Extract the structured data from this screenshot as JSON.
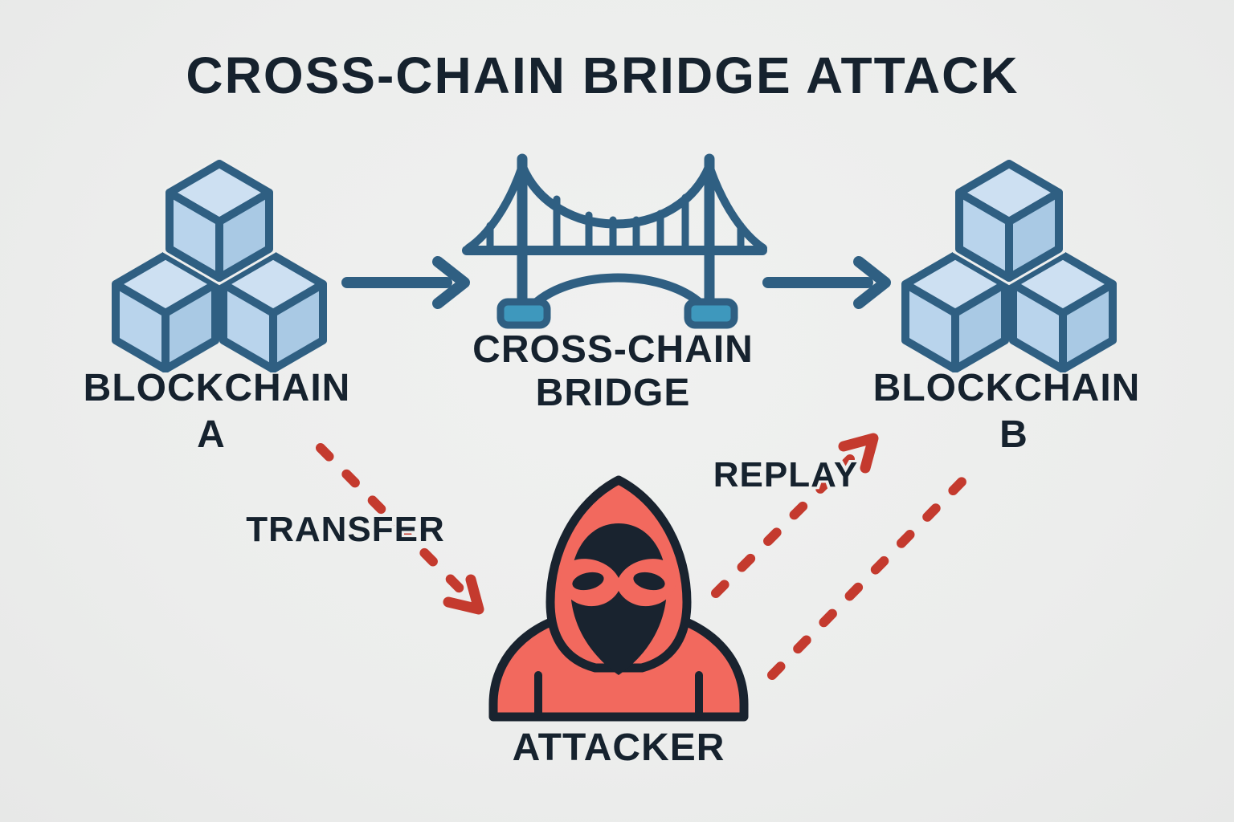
{
  "title": "CROSS-CHAIN BRIDGE ATTACK",
  "nodes": {
    "blockchain_a": {
      "name": "BLOCKCHAIN",
      "suffix": "A",
      "icon": "blockchain-cubes-icon"
    },
    "bridge": {
      "name": "CROSS-CHAIN",
      "suffix": "BRIDGE",
      "icon": "suspension-bridge-icon"
    },
    "blockchain_b": {
      "name": "BLOCKCHAIN",
      "suffix": "B",
      "icon": "blockchain-cubes-icon"
    },
    "attacker": {
      "name": "ATTACKER",
      "icon": "hooded-attacker-icon"
    }
  },
  "edges": {
    "a_to_bridge": {
      "type": "solid-arrow",
      "from": "blockchain_a",
      "to": "bridge"
    },
    "bridge_to_b": {
      "type": "solid-arrow",
      "from": "bridge",
      "to": "blockchain_b"
    },
    "transfer": {
      "label": "TRANSFER",
      "type": "dashed-arrow",
      "from": "blockchain_a",
      "to": "attacker"
    },
    "replay": {
      "label": "REPLAY",
      "type": "dashed-arrow",
      "from": "attacker",
      "to": "blockchain_b"
    },
    "attacker_to_b": {
      "type": "dashed-line",
      "from": "attacker",
      "to": "blockchain_b"
    }
  },
  "colors": {
    "background": "#eeefee",
    "text": "#16222e",
    "icon_blue": "#2f5f82",
    "cube_top": "#cde0f2",
    "cube_left": "#b9d4ec",
    "cube_right": "#a9c9e4",
    "bridge_foot_teal": "#3e98bd",
    "attack_red": "#c43a2e",
    "attacker_body": "#f2695e",
    "attacker_dark": "#19232f"
  }
}
